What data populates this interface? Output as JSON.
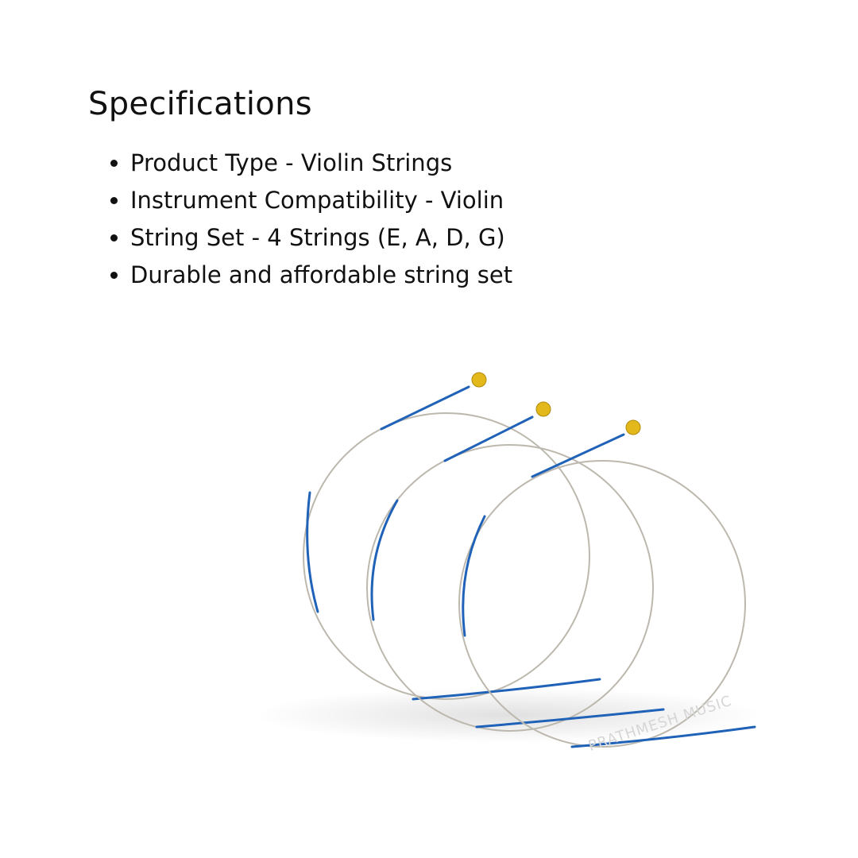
{
  "heading": "Specifications",
  "specs": [
    "Product Type - Violin Strings",
    "Instrument Compatibility - Violin",
    "String Set - 4 Strings (E, A, D, G)",
    "Durable and affordable string set"
  ],
  "watermark": "PRATHMESH MUSIC",
  "colors": {
    "string_silver": "#bdb8ae",
    "winding_blue": "#1f62b8",
    "ball_end_gold": "#e2b81a"
  }
}
